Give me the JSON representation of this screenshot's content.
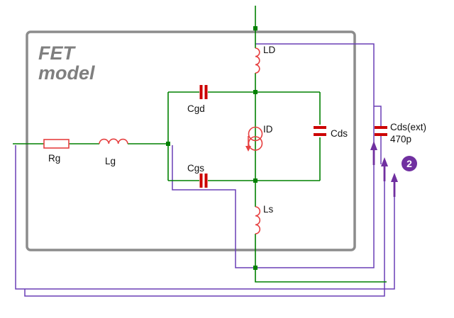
{
  "title": {
    "line1": "FET",
    "line2": "model"
  },
  "components": {
    "rg": {
      "label": "Rg"
    },
    "lg": {
      "label": "Lg"
    },
    "cgd": {
      "label": "Cgd"
    },
    "cgs": {
      "label": "Cgs"
    },
    "ld": {
      "label": "LD"
    },
    "id": {
      "label": "ID"
    },
    "cds": {
      "label": "Cds"
    },
    "ls": {
      "label": "Ls"
    },
    "cds_ext": {
      "label": "Cds(ext)",
      "value": "470p"
    }
  },
  "badge": {
    "number": "2"
  },
  "colors": {
    "wire_green": "#008000",
    "component_red": "#e64040",
    "capacitor_red": "#cc0000",
    "wire_purple": "#6a3fb5",
    "accent_purple": "#7030a0",
    "box_gray": "#8c8c8c"
  }
}
